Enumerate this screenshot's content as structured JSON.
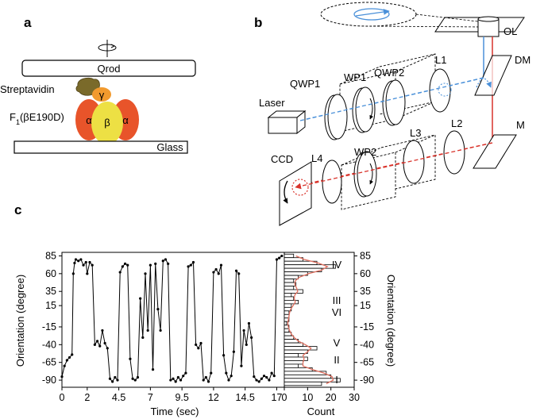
{
  "panel_labels": {
    "a": "a",
    "b": "b",
    "c": "c"
  },
  "panel_a": {
    "qrod": "Qrod",
    "streptavidin": "Streptavidin",
    "gamma": "γ",
    "alpha_left": "α",
    "beta": "β",
    "alpha_right": "α",
    "f1_base": "F",
    "f1_sub": "1",
    "f1_mut": "(βE190D)",
    "glass": "Glass"
  },
  "panel_b": {
    "components": {
      "ol": "OL",
      "dm": "DM",
      "m": "M",
      "l1": "L1",
      "l2": "L2",
      "l3": "L3",
      "l4": "L4",
      "qwp1": "QWP1",
      "wp1": "WP1",
      "qwp2": "QWP2",
      "wp2": "WP2",
      "laser": "Laser",
      "ccd": "CCD"
    },
    "colors": {
      "excitation": "#4a90d9",
      "emission": "#d9332b"
    }
  },
  "chart_data": [
    {
      "type": "line",
      "xlabel": "Time (sec)",
      "ylabel": "Orientation (degree)",
      "xticks": [
        "0",
        "2",
        "4.5",
        "7",
        "9.5",
        "12",
        "14.5",
        "17"
      ],
      "yticks": [
        "85",
        "60",
        "35",
        "15",
        "-15",
        "-40",
        "-65",
        "-90"
      ],
      "xlim": [
        0,
        17.6
      ],
      "ylim": [
        -100,
        90
      ],
      "series": [
        {
          "x": [
            0,
            0.2,
            0.4,
            0.6,
            0.8,
            0.9,
            1.0,
            1.1,
            1.3,
            1.5,
            1.7,
            1.9,
            2.0,
            2.2,
            2.4,
            2.6,
            2.8,
            3.0,
            3.2,
            3.4,
            3.6,
            3.8,
            4.0,
            4.2,
            4.4,
            4.6,
            4.8,
            5.0,
            5.2,
            5.4,
            5.6,
            5.8,
            6.0,
            6.2,
            6.4,
            6.6,
            6.8,
            7.0,
            7.2,
            7.4,
            7.6,
            7.8,
            8.0,
            8.2,
            8.4,
            8.6,
            8.8,
            9.0,
            9.2,
            9.4,
            9.6,
            9.8,
            10.0,
            10.2,
            10.4,
            10.6,
            10.8,
            11.0,
            11.2,
            11.4,
            11.6,
            11.8,
            12.0,
            12.2,
            12.4,
            12.6,
            12.8,
            13.0,
            13.2,
            13.4,
            13.6,
            13.8,
            14.0,
            14.2,
            14.4,
            14.6,
            14.8,
            15.0,
            15.2,
            15.4,
            15.6,
            15.8,
            16.0,
            16.2,
            16.4,
            16.6,
            16.8,
            17.0,
            17.2,
            17.4
          ],
          "y": [
            -85,
            -70,
            -62,
            -58,
            -54,
            60,
            75,
            80,
            78,
            80,
            72,
            76,
            60,
            76,
            72,
            -40,
            -35,
            -42,
            -20,
            -38,
            -45,
            -88,
            -92,
            -86,
            -90,
            62,
            70,
            74,
            72,
            -60,
            -88,
            -90,
            -86,
            25,
            -30,
            60,
            -20,
            72,
            -75,
            74,
            10,
            -20,
            78,
            80,
            74,
            -90,
            -88,
            -92,
            -86,
            -90,
            -84,
            -80,
            70,
            72,
            76,
            -40,
            -45,
            -38,
            -90,
            -86,
            -92,
            -80,
            62,
            66,
            60,
            72,
            -55,
            -80,
            -90,
            -84,
            -50,
            64,
            60,
            -70,
            -20,
            -40,
            -10,
            -30,
            -85,
            -90,
            -92,
            -88,
            -84,
            -86,
            -90,
            -80,
            -84,
            80,
            82,
            85
          ]
        }
      ]
    },
    {
      "type": "bar",
      "xlabel": "Count",
      "ylabel": "Orientation (degree)",
      "xticks": [
        "0",
        "10",
        "20",
        "30"
      ],
      "xlim": [
        0,
        30
      ],
      "yticks": [
        "85",
        "60",
        "35",
        "15",
        "-15",
        "-40",
        "-65",
        "-90"
      ],
      "peak_labels": [
        "IV",
        "III",
        "VI",
        "V",
        "II",
        "I"
      ],
      "bins_center": [
        85,
        80,
        75,
        70,
        65,
        60,
        55,
        50,
        45,
        40,
        35,
        30,
        25,
        20,
        15,
        10,
        5,
        0,
        -5,
        -10,
        -15,
        -20,
        -25,
        -30,
        -35,
        -40,
        -45,
        -50,
        -55,
        -60,
        -65,
        -70,
        -75,
        -80,
        -85,
        -90,
        -95
      ],
      "counts": [
        4,
        8,
        14,
        22,
        16,
        10,
        6,
        4,
        5,
        4,
        8,
        3,
        4,
        6,
        3,
        3,
        2,
        2,
        2,
        1,
        2,
        2,
        3,
        4,
        6,
        8,
        14,
        10,
        6,
        10,
        8,
        6,
        12,
        18,
        20,
        24,
        16
      ]
    }
  ]
}
